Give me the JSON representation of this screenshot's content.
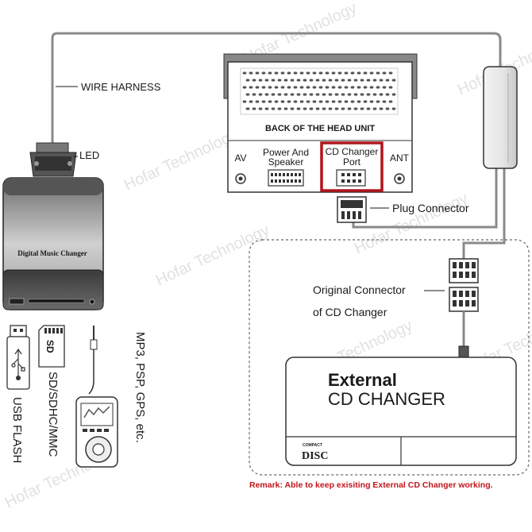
{
  "labels": {
    "wire_harness": "WIRE HARNESS",
    "led": "LED",
    "back_of_head_unit": "BACK OF THE HEAD UNIT",
    "av": "AV",
    "power_speaker_line1": "Power And",
    "power_speaker_line2": "Speaker",
    "cd_port_line1": "CD Changer",
    "cd_port_line2": "Port",
    "ant": "ANT",
    "plug_connector": "Plug Connector",
    "digital_music_changer": "Digital Music Changer",
    "original_connector_line1": "Original Connector",
    "original_connector_line2": "of CD Changer",
    "external": "External",
    "cd_changer": "CD CHANGER",
    "disc_logo": "DISC",
    "usb_flash": "USB FLASH",
    "sd_sdhc_mmc": "SD/SDHC/MMC",
    "mp3_etc": "MP3, PSP, GPS, etc.",
    "remark": "Remark: Able to keep exisiting External CD Changer working.",
    "watermark": "Hofar Technology"
  },
  "colors": {
    "highlight_red": "#b0151b",
    "remark_red": "#c0161c",
    "cable_gray": "#8a8a8a",
    "device_dark": "#4a4a4a",
    "device_light": "#d8d8d8",
    "watermark": "#c8c8c8"
  }
}
